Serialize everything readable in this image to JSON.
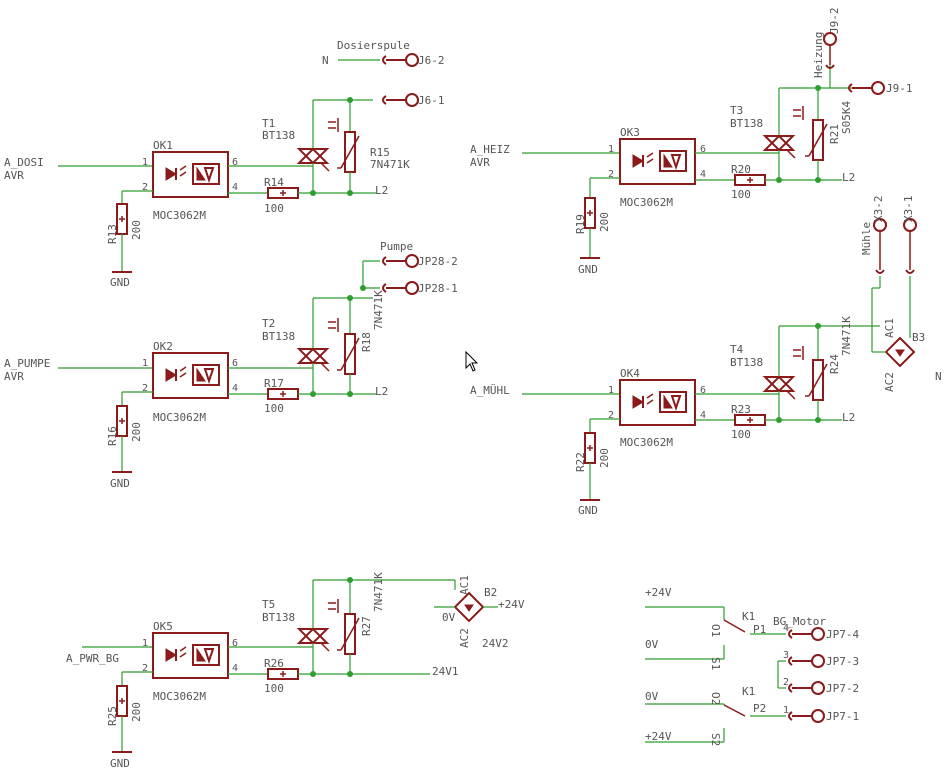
{
  "colors": {
    "wire": "#2e9e2e",
    "part": "#8b1a1a",
    "text": "#555555",
    "background": "#ffffff"
  },
  "blocks": [
    {
      "opto": "OK1",
      "opto_type": "MOC3062M",
      "input_signal": "A_DOSI",
      "input_sub": "AVR",
      "r_in": "R13",
      "r_in_val": "200",
      "gnd": "GND",
      "r_gate": "R14",
      "r_gate_val": "100",
      "triac": "T1",
      "triac_type": "BT138",
      "varistor": "R15",
      "varistor_type": "7N471K",
      "load_label": "Dosierspule",
      "connector_a": "J6-2",
      "connector_b": "J6-1",
      "neutral": "N",
      "phase": "L2"
    },
    {
      "opto": "OK2",
      "opto_type": "MOC3062M",
      "input_signal": "A_PUMPE",
      "input_sub": "AVR",
      "r_in": "R16",
      "r_in_val": "200",
      "gnd": "GND",
      "r_gate": "R17",
      "r_gate_val": "100",
      "triac": "T2",
      "triac_type": "BT138",
      "varistor": "R18",
      "varistor_type": "7N471K",
      "load_label": "Pumpe",
      "connector_a": "JP28-2",
      "connector_b": "JP28-1",
      "phase": "L2"
    },
    {
      "opto": "OK3",
      "opto_type": "MOC3062M",
      "input_signal": "A_HEIZ",
      "input_sub": "AVR",
      "r_in": "R19",
      "r_in_val": "200",
      "gnd": "GND",
      "r_gate": "R20",
      "r_gate_val": "100",
      "triac": "T3",
      "triac_type": "BT138",
      "varistor": "R21",
      "varistor_type": "S05K4",
      "load_label": "Heizung",
      "connector_a": "J9-2",
      "connector_b": "J9-1",
      "phase": "L2"
    },
    {
      "opto": "OK4",
      "opto_type": "MOC3062M",
      "input_signal": "A_MÜHL",
      "input_sub": "",
      "r_in": "R22",
      "r_in_val": "200",
      "gnd": "GND",
      "r_gate": "R23",
      "r_gate_val": "100",
      "triac": "T4",
      "triac_type": "BT138",
      "varistor": "R24",
      "varistor_type": "7N471K",
      "load_label": "Mühle",
      "connector_a": "X3-2",
      "connector_b": "X3-1",
      "bridge": "B3",
      "bridge_ac1": "AC1",
      "bridge_ac2": "AC2",
      "neutral": "N",
      "phase": "L2"
    },
    {
      "opto": "OK5",
      "opto_type": "MOC3062M",
      "input_signal": "A_PWR_BG",
      "input_sub": "",
      "r_in": "R25",
      "r_in_val": "200",
      "gnd": "GND",
      "r_gate": "R26",
      "r_gate_val": "100",
      "triac": "T5",
      "triac_type": "BT138",
      "varistor": "R27",
      "varistor_type": "7N471K",
      "bridge": "B2",
      "bridge_ac1": "AC1",
      "bridge_ac2": "AC2",
      "bridge_plus": "+24V",
      "bridge_minus": "0V",
      "bridge_rail": "24V2",
      "phase": "24V1"
    }
  ],
  "relay": {
    "name": "K1",
    "motor_label": "BG_Motor",
    "p1": "P1",
    "p2": "P2",
    "o1": "O1",
    "o2": "O2",
    "s1": "S1",
    "s2": "S2",
    "rail_plus_1": "+24V",
    "rail_0v_1": "0V",
    "rail_0v_2": "0V",
    "rail_plus_2": "+24V",
    "connectors": [
      "JP7-4",
      "JP7-3",
      "JP7-2",
      "JP7-1"
    ],
    "pins": [
      "4",
      "3",
      "2",
      "1"
    ]
  },
  "pins": {
    "p1": "1",
    "p2": "2",
    "p4": "4",
    "p6": "6"
  }
}
